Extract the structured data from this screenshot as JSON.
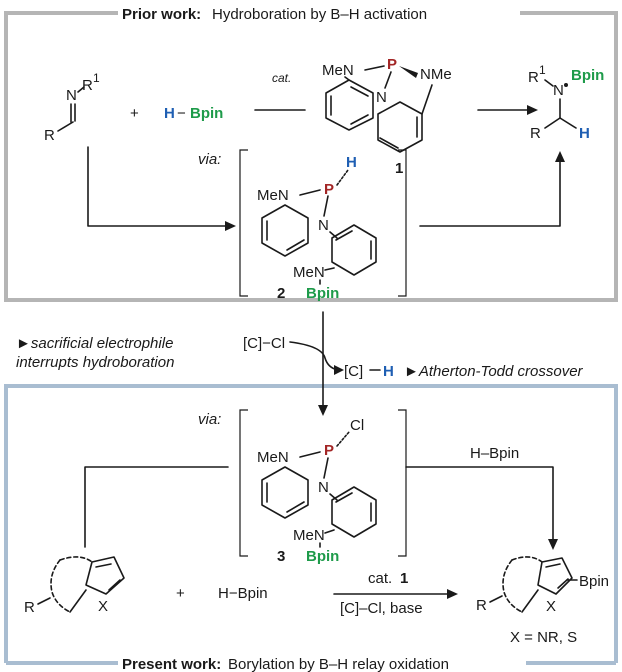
{
  "prior": {
    "title_bold": "Prior work:",
    "title_rest": " Hydroboration by B–H activation",
    "frame_color": "#b5b5b5"
  },
  "present": {
    "title_bold": "Present work:",
    "title_rest": " Borylation by B–H relay oxidation",
    "frame_color": "#a9bdd1"
  },
  "reagents": {
    "plus1": "+",
    "hbpin_h": "H",
    "hbpin_dash": "−",
    "hbpin_bpin": "Bpin",
    "cat_label": "cat.",
    "hbpin_plain": "H−Bpin",
    "plus2": "+",
    "cat1_text": "cat. ",
    "cat1_num": "1",
    "conditions": "[C]–Cl, base",
    "hbpin_branch": "H–Bpin"
  },
  "imine": {
    "N": "N",
    "R1": "R",
    "R1_sup": "1",
    "R": "R"
  },
  "catalyst": {
    "MeN": "MeN",
    "P": "P",
    "NMe": "NMe",
    "N": "N",
    "num": "1"
  },
  "product1": {
    "R1": "R",
    "R1_sup": "1",
    "N": "N",
    "Bpin": "Bpin",
    "R": "R",
    "H": "H"
  },
  "int2": {
    "via": "via:",
    "MeN": "MeN",
    "P": "P",
    "H": "H",
    "N": "N",
    "MeN2": "MeN",
    "Bpin": "Bpin",
    "num": "2"
  },
  "middle": {
    "sac_line1": "►sacrificial electrophile",
    "sac_line2": "interrupts hydroboration",
    "ccl": "[C]−Cl",
    "ch_c": "[C]",
    "ch_h": "H",
    "atherton": "►Atherton-Todd crossover"
  },
  "int3": {
    "via": "via:",
    "MeN": "MeN",
    "P": "P",
    "Cl": "Cl",
    "N": "N",
    "MeN2": "MeN",
    "Bpin": "Bpin",
    "num": "3"
  },
  "heteroarene": {
    "R": "R",
    "X": "X"
  },
  "product2": {
    "R": "R",
    "X": "X",
    "Bpin": "Bpin",
    "scope": "X = NR, S"
  }
}
